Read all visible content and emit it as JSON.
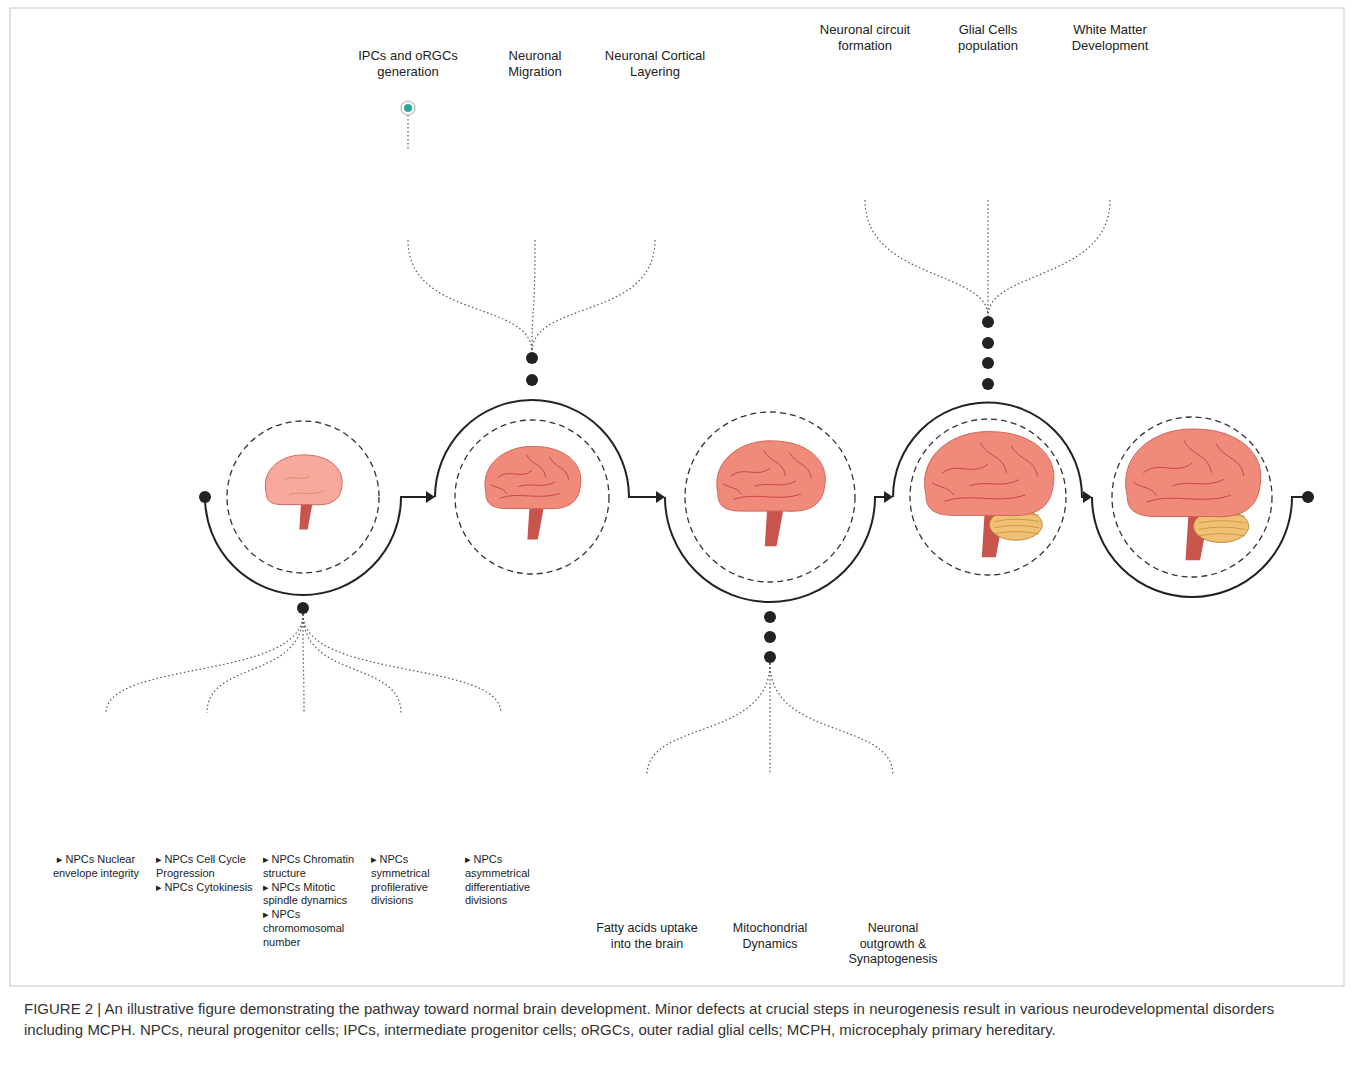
{
  "diagram": {
    "caption": "FIGURE 2 | An illustrative figure demonstrating the pathway toward normal brain development. Minor defects at crucial steps in neurogenesis result in various neurodevelopmental disorders including MCPH. NPCs, neural progenitor cells; IPCs, intermediate progenitor cells; oRGCs, outer radial glial cells; MCPH, microcephaly primary hereditary.",
    "nodes": [
      {
        "text": [
          "IPCs and oRGCs generation"
        ]
      },
      {
        "text": [
          "Neuronal Migration"
        ]
      },
      {
        "text": [
          "Neuronal Cortical Layering"
        ]
      },
      {
        "text": [
          "Neuronal circuit formation"
        ]
      },
      {
        "text": [
          "Glial Cells population"
        ]
      },
      {
        "text": [
          "White Matter Development"
        ]
      },
      {
        "text": [
          "▸ NPCs Nuclear envelope integrity"
        ]
      },
      {
        "text": [
          "▸ NPCs Cell Cycle Progression",
          "▸ NPCs Cytokinesis"
        ]
      },
      {
        "text": [
          "▸ NPCs Chromatin structure",
          "▸ NPCs Mitotic spindle dynamics",
          "▸ NPCs chromomosomal number"
        ]
      },
      {
        "text": [
          "▸ NPCs symmetrical profilerative divisions"
        ]
      },
      {
        "text": [
          "▸ NPCs asymmetrical differentiative divisions"
        ]
      },
      {
        "text": [
          "Fatty acids uptake into the brain"
        ]
      },
      {
        "text": [
          "Mitochondrial Dynamics"
        ]
      },
      {
        "text": [
          "Neuronal outgrowth & Synaptogenesis"
        ]
      }
    ]
  }
}
